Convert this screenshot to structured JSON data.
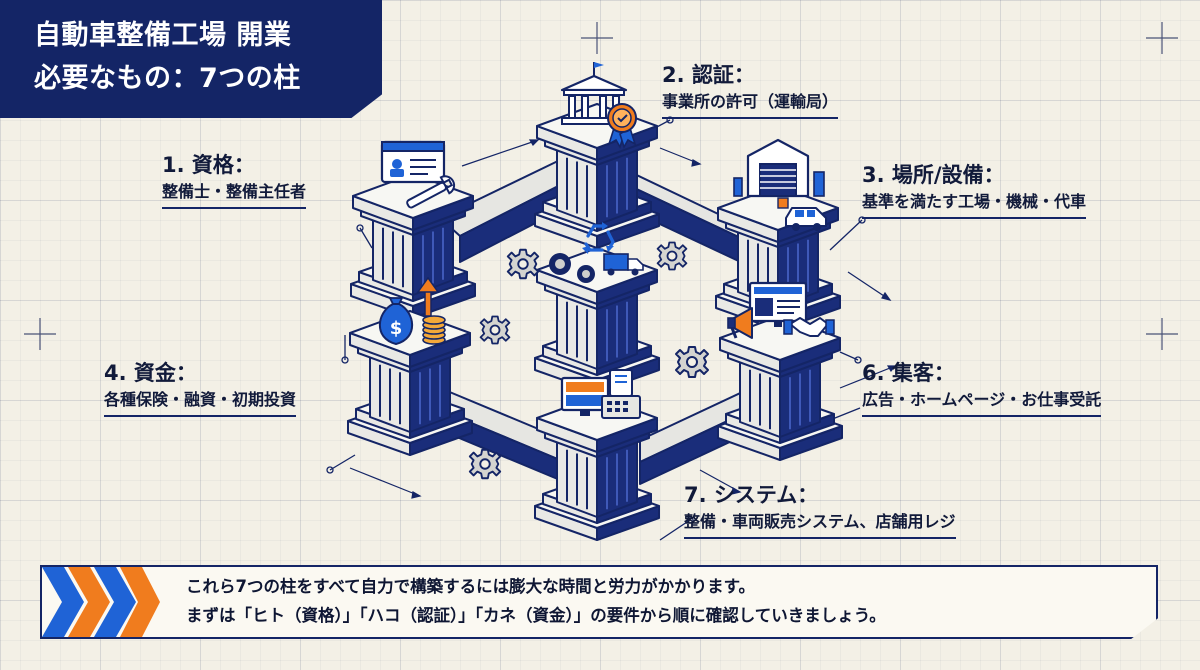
{
  "title": {
    "line1": "自動車整備工場 開業",
    "line2": "必要なもの：7つの柱"
  },
  "pillars": [
    {
      "head": "1. 資格：",
      "sub": "整備士・整備主任者"
    },
    {
      "head": "2. 認証：",
      "sub": "事業所の許可（運輸局）"
    },
    {
      "head": "3. 場所/設備：",
      "sub": "基準を満たす工場・機械・代車"
    },
    {
      "head": "4. 資金：",
      "sub": "各種保険・融資・初期投資"
    },
    {
      "head": "6. 集客：",
      "sub": "広告・ホームページ・お仕事受託"
    },
    {
      "head": "7. システム：",
      "sub": "整備・車両販売システム、店舗用レジ"
    }
  ],
  "banner": {
    "line1": "これら7つの柱をすべて自力で構築するには膨大な時間と労力がかかります。",
    "line2": "まずは「ヒト（資格）」「ハコ（認証）」「カネ（資金）」の要件から順に確認していきましょう。"
  },
  "colors": {
    "navy": "#142566",
    "ink": "#111a3a",
    "orange": "#f07c1e",
    "blue": "#1f63d6",
    "background": "#f3f0e6"
  },
  "icons": [
    "id-card-icon",
    "wrench-icon",
    "bank-icon",
    "certificate-badge-icon",
    "factory-icon",
    "car-icon",
    "money-bag-icon",
    "coins-icon",
    "growth-arrow-icon",
    "recycle-icon",
    "gear-icon",
    "truck-icon",
    "tire-icon",
    "megaphone-icon",
    "monitor-icon",
    "handshake-icon",
    "pos-register-icon",
    "chevron-arrow-icon"
  ]
}
